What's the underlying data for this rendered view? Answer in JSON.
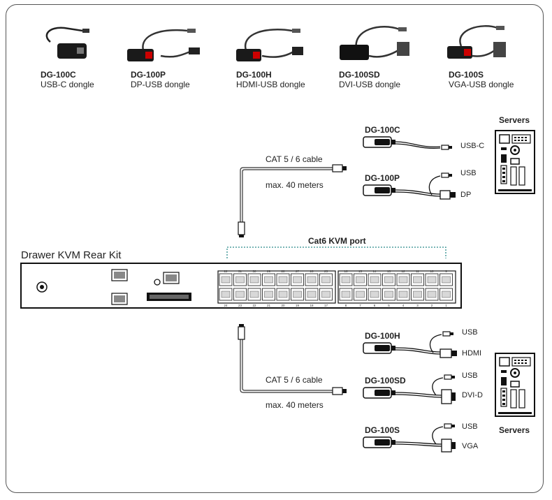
{
  "top_dongles": [
    {
      "model": "DG-100C",
      "desc": "USB-C dongle"
    },
    {
      "model": "DG-100P",
      "desc": "DP-USB dongle"
    },
    {
      "model": "DG-100H",
      "desc": "HDMI-USB dongle"
    },
    {
      "model": "DG-100SD",
      "desc": "DVI-USB dongle"
    },
    {
      "model": "DG-100S",
      "desc": "VGA-USB dongle"
    }
  ],
  "servers_label": "Servers",
  "upper": {
    "cable_label": "CAT 5 / 6 cable",
    "distance_label": "max. 40 meters",
    "dongles": [
      {
        "model": "DG-100C",
        "connectors": [
          "USB-C"
        ]
      },
      {
        "model": "DG-100P",
        "connectors": [
          "USB",
          "DP"
        ]
      }
    ]
  },
  "lower": {
    "cable_label": "CAT 5 / 6 cable",
    "distance_label": "max. 40 meters",
    "dongles": [
      {
        "model": "DG-100H",
        "connectors": [
          "USB",
          "HDMI"
        ]
      },
      {
        "model": "DG-100SD",
        "connectors": [
          "USB",
          "DVI-D"
        ]
      },
      {
        "model": "DG-100S",
        "connectors": [
          "USB",
          "VGA"
        ]
      }
    ]
  },
  "kit_label": "Drawer KVM Rear Kit",
  "port_label": "Cat6 KVM port",
  "port_numbers_top": [
    "22",
    "31",
    "30",
    "29",
    "28",
    "27",
    "26",
    "25",
    "16",
    "15",
    "14",
    "13",
    "12",
    "11",
    "10",
    "9"
  ],
  "port_numbers_bottom": [
    "24",
    "23",
    "22",
    "21",
    "20",
    "19",
    "18",
    "17",
    "8",
    "7",
    "6",
    "5",
    "4",
    "3",
    "2",
    "1"
  ],
  "colors": {
    "frame": "#555555",
    "dotted": "#2a8a8a",
    "cable": "#333333"
  }
}
